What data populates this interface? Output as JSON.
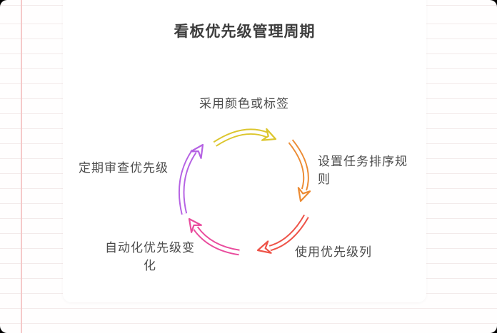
{
  "title": "看板优先级管理周期",
  "cycle": {
    "steps": [
      {
        "label": "采用颜色或标签",
        "position": "top",
        "arrow_color": "#dcc62e"
      },
      {
        "label": "设置任务排序规则",
        "position": "right",
        "arrow_color": "#ec8b33"
      },
      {
        "label": "使用优先级列",
        "position": "bottom-right",
        "arrow_color": "#ee5348"
      },
      {
        "label": "自动化优先级变化",
        "position": "bottom-left",
        "arrow_color": "#e94b9d"
      },
      {
        "label": "定期审查优先级",
        "position": "left",
        "arrow_color": "#b562e3"
      }
    ]
  },
  "canvas": {
    "card_background": "#ffffff",
    "paper_line_color": "#f3eaea",
    "margin_line_color": "#f5c9c9",
    "title_color": "#3d3d3d",
    "label_color": "#4b4b4b"
  }
}
